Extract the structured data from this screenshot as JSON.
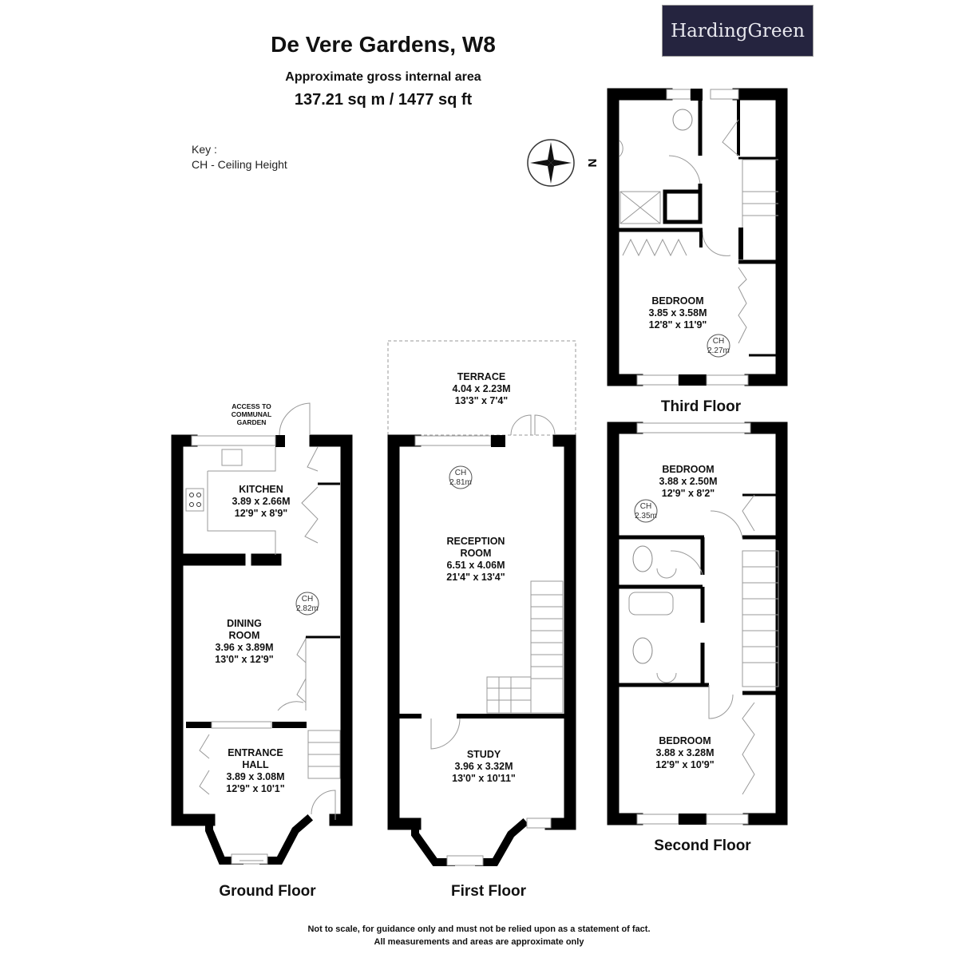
{
  "header": {
    "title": "De Vere Gardens, W8",
    "area_label": "Approximate gross internal area",
    "area_value": "137.21 sq m /  1477 sq ft"
  },
  "logo": {
    "text": "HardingGreen",
    "bg_color": "#25243f"
  },
  "key": {
    "title": "Key :",
    "entry": "CH - Ceiling Height"
  },
  "compass": {
    "label": "N"
  },
  "floors": {
    "ground": {
      "name": "Ground Floor",
      "access_note": [
        "ACCESS TO",
        "COMMUNAL",
        "GARDEN"
      ],
      "rooms": [
        {
          "name": [
            "KITCHEN"
          ],
          "metric": "3.89 x 2.66M",
          "imperial": "12'9\" x 8'9\""
        },
        {
          "name": [
            "DINING",
            "ROOM"
          ],
          "metric": "3.96 x 3.89M",
          "imperial": "13'0\" x 12'9\""
        },
        {
          "name": [
            "ENTRANCE",
            "HALL"
          ],
          "metric": "3.89 x 3.08M",
          "imperial": "12'9\" x 10'1\""
        }
      ],
      "ceiling": {
        "label": "CH",
        "value": "2.82m"
      }
    },
    "first": {
      "name": "First Floor",
      "rooms": [
        {
          "name": [
            "TERRACE"
          ],
          "metric": "4.04 x 2.23M",
          "imperial": "13'3\" x 7'4\""
        },
        {
          "name": [
            "RECEPTION",
            "ROOM"
          ],
          "metric": "6.51 x 4.06M",
          "imperial": "21'4\" x 13'4\""
        },
        {
          "name": [
            "STUDY"
          ],
          "metric": "3.96 x 3.32M",
          "imperial": "13'0\" x 10'11\""
        }
      ],
      "ceiling": {
        "label": "CH",
        "value": "2.81m"
      }
    },
    "second": {
      "name": "Second Floor",
      "rooms": [
        {
          "name": [
            "BEDROOM"
          ],
          "metric": "3.88 x 2.50M",
          "imperial": "12'9\" x 8'2\""
        },
        {
          "name": [
            "BEDROOM"
          ],
          "metric": "3.88 x 3.28M",
          "imperial": "12'9\" x 10'9\""
        }
      ],
      "ceiling": {
        "label": "CH",
        "value": "2.35m"
      }
    },
    "third": {
      "name": "Third Floor",
      "rooms": [
        {
          "name": [
            "BEDROOM"
          ],
          "metric": "3.85 x 3.58M",
          "imperial": "12'8\" x 11'9\""
        }
      ],
      "ceiling": {
        "label": "CH",
        "value": "2.27m"
      }
    }
  },
  "footer": {
    "line1": "Not to scale, for guidance only and must not be relied upon as a statement of fact.",
    "line2": "All measurements and areas are approximate only"
  }
}
